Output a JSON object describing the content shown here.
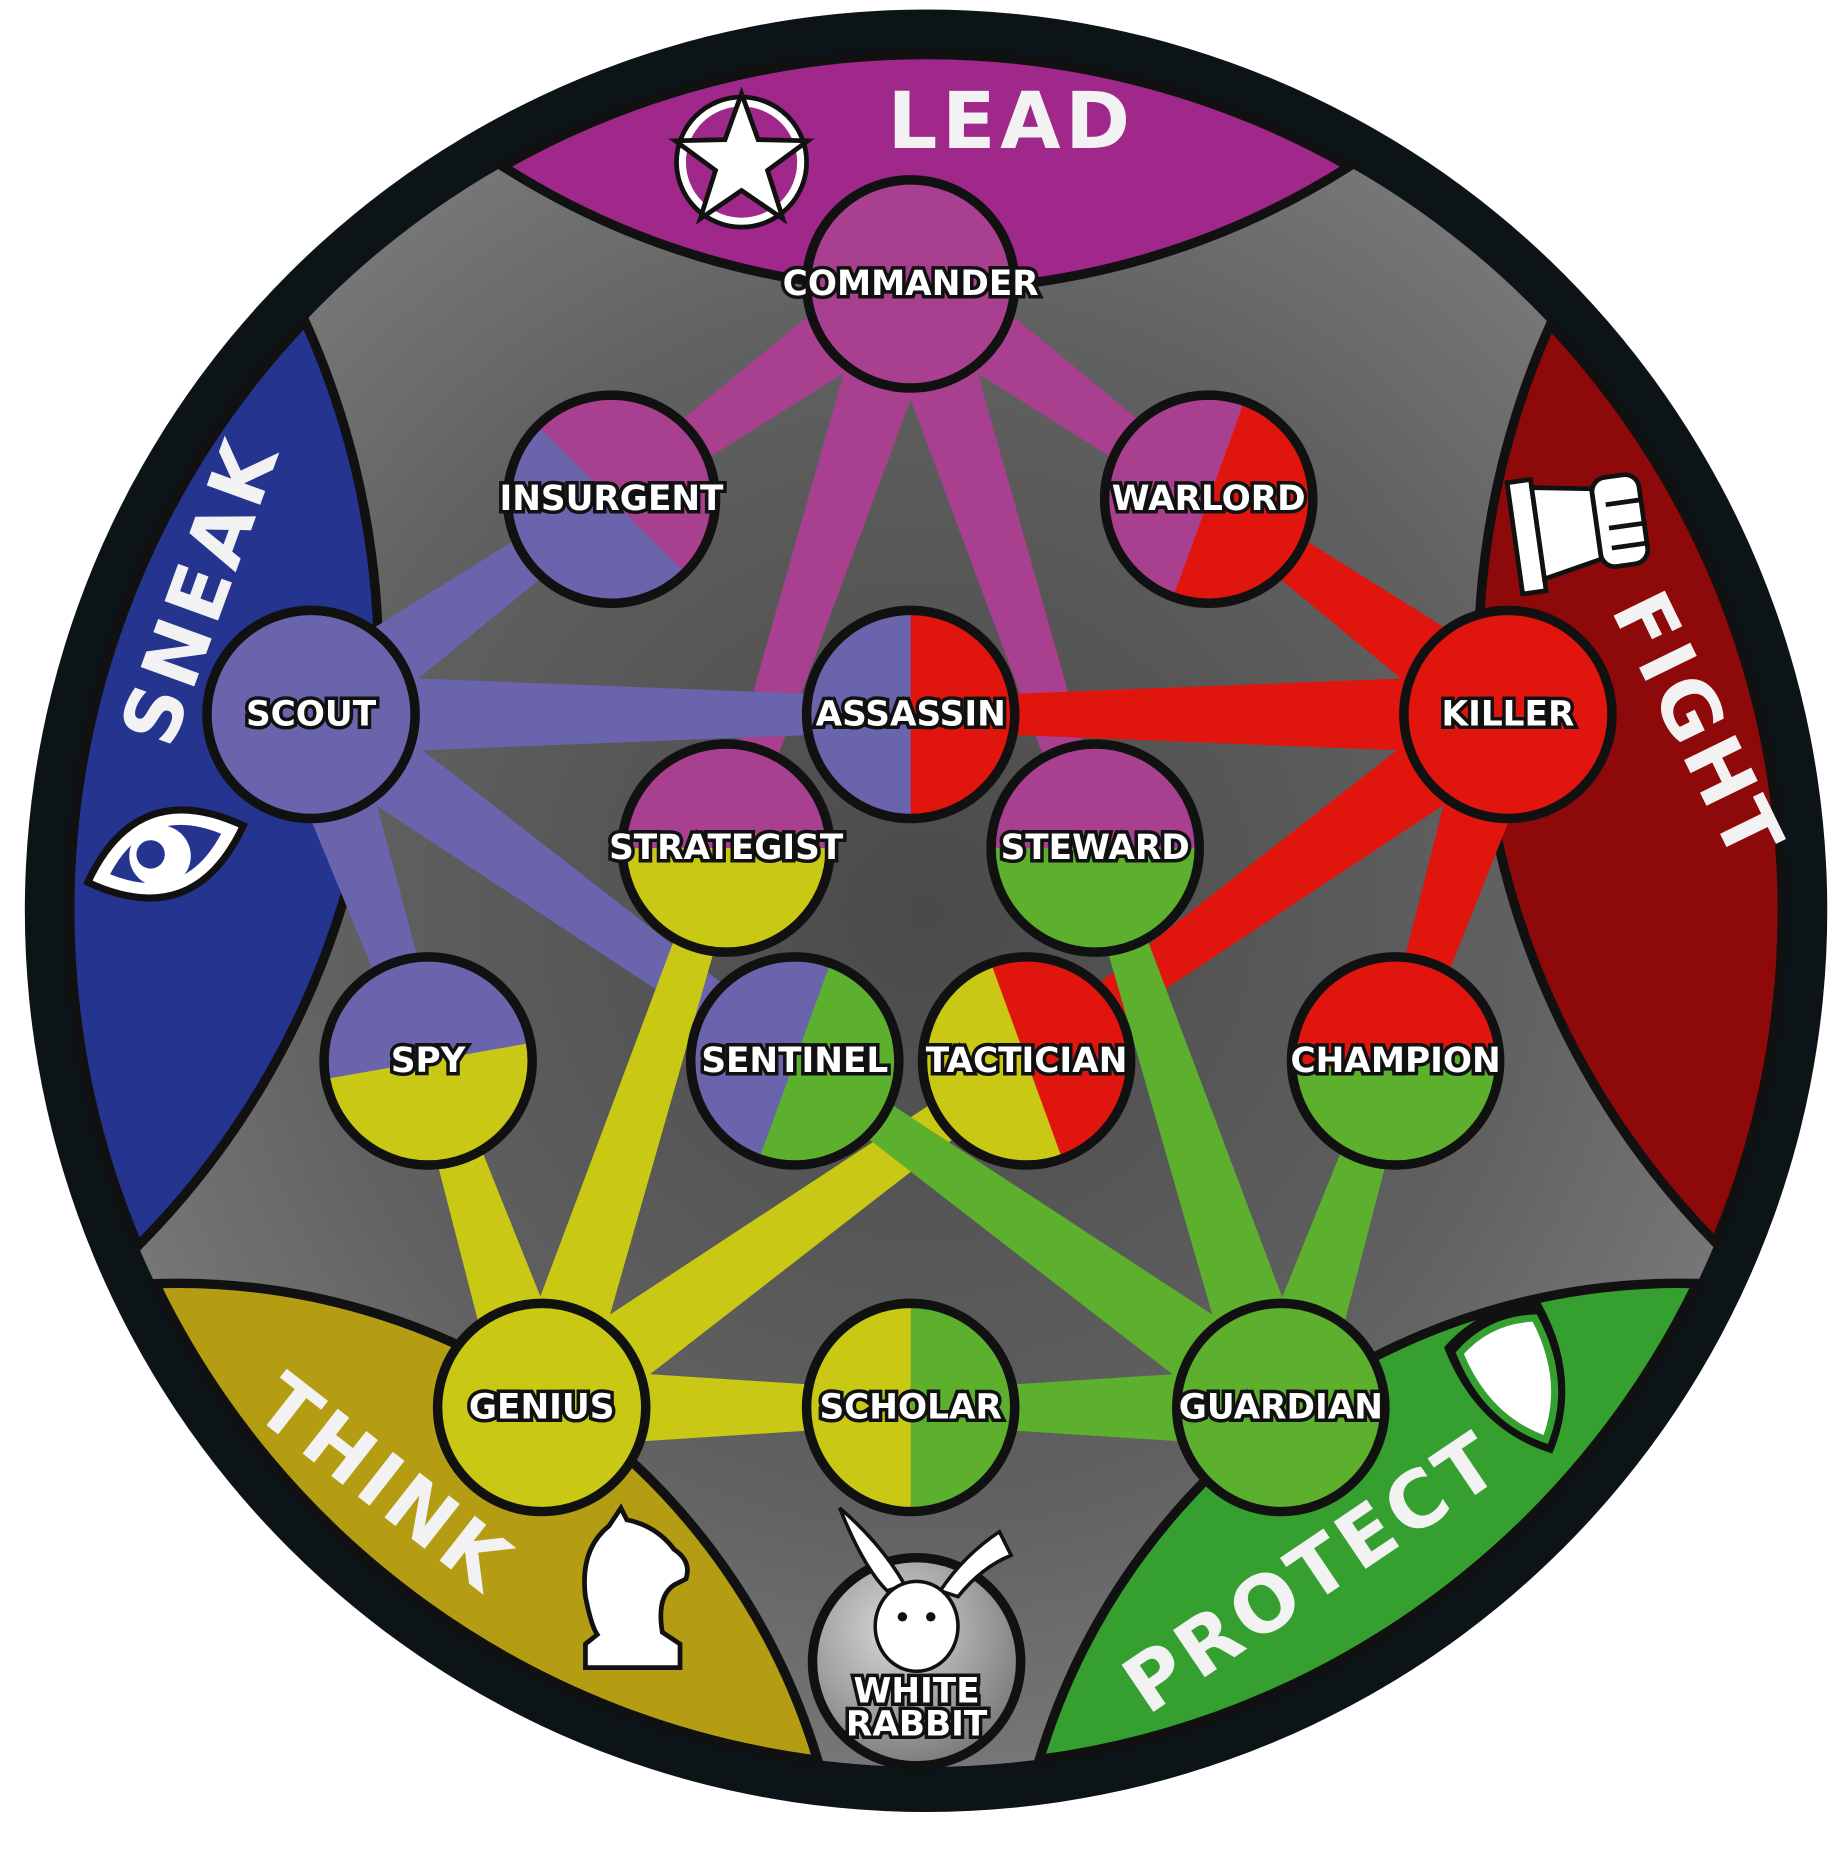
{
  "colors": {
    "lead": "#a0288a",
    "sneak": "#25348f",
    "fight": "#8e0a0a",
    "think": "#b49d12",
    "protect": "#35a030",
    "purple": "#a8408f",
    "blue": "#6a64ad",
    "red": "#e0160e",
    "yellow": "#c8c815",
    "green": "#5daf2e",
    "gray": "#6b6b6b",
    "ring": "#0c1418"
  },
  "categories": [
    {
      "id": "lead",
      "label": "LEAD",
      "icon": "star-icon"
    },
    {
      "id": "sneak",
      "label": "SNEAK",
      "icon": "eye-icon"
    },
    {
      "id": "fight",
      "label": "FIGHT",
      "icon": "fist-icon"
    },
    {
      "id": "think",
      "label": "THINK",
      "icon": "knight-icon"
    },
    {
      "id": "protect",
      "label": "PROTECT",
      "icon": "shield-icon"
    }
  ],
  "nodes": [
    {
      "id": "commander",
      "label": "COMMANDER",
      "colors": [
        "purple"
      ]
    },
    {
      "id": "insurgent",
      "label": "INSURGENT",
      "colors": [
        "purple",
        "blue"
      ]
    },
    {
      "id": "warlord",
      "label": "WARLORD",
      "colors": [
        "purple",
        "red"
      ]
    },
    {
      "id": "scout",
      "label": "SCOUT",
      "colors": [
        "blue"
      ]
    },
    {
      "id": "assassin",
      "label": "ASSASSIN",
      "colors": [
        "blue",
        "red"
      ]
    },
    {
      "id": "killer",
      "label": "KILLER",
      "colors": [
        "red"
      ]
    },
    {
      "id": "strategist",
      "label": "STRATEGIST",
      "colors": [
        "purple",
        "yellow"
      ]
    },
    {
      "id": "steward",
      "label": "STEWARD",
      "colors": [
        "purple",
        "green"
      ]
    },
    {
      "id": "spy",
      "label": "SPY",
      "colors": [
        "blue",
        "yellow"
      ]
    },
    {
      "id": "sentinel",
      "label": "SENTINEL",
      "colors": [
        "blue",
        "green"
      ]
    },
    {
      "id": "tactician",
      "label": "TACTICIAN",
      "colors": [
        "yellow",
        "red"
      ]
    },
    {
      "id": "champion",
      "label": "CHAMPION",
      "colors": [
        "red",
        "green"
      ]
    },
    {
      "id": "genius",
      "label": "GENIUS",
      "colors": [
        "yellow"
      ]
    },
    {
      "id": "scholar",
      "label": "SCHOLAR",
      "colors": [
        "yellow",
        "green"
      ]
    },
    {
      "id": "guardian",
      "label": "GUARDIAN",
      "colors": [
        "green"
      ]
    }
  ],
  "white_rabbit": {
    "line1": "WHITE",
    "line2": "RABBIT",
    "icon": "rabbit-icon"
  },
  "connections": [
    [
      "commander",
      "insurgent",
      "purple"
    ],
    [
      "commander",
      "warlord",
      "purple"
    ],
    [
      "commander",
      "strategist",
      "purple"
    ],
    [
      "commander",
      "steward",
      "purple"
    ],
    [
      "scout",
      "insurgent",
      "blue"
    ],
    [
      "scout",
      "assassin",
      "blue"
    ],
    [
      "scout",
      "spy",
      "blue"
    ],
    [
      "scout",
      "sentinel",
      "blue"
    ],
    [
      "killer",
      "warlord",
      "red"
    ],
    [
      "killer",
      "assassin",
      "red"
    ],
    [
      "killer",
      "champion",
      "red"
    ],
    [
      "killer",
      "tactician",
      "red"
    ],
    [
      "genius",
      "spy",
      "yellow"
    ],
    [
      "genius",
      "strategist",
      "yellow"
    ],
    [
      "genius",
      "scholar",
      "yellow"
    ],
    [
      "genius",
      "tactician",
      "yellow"
    ],
    [
      "guardian",
      "champion",
      "green"
    ],
    [
      "guardian",
      "steward",
      "green"
    ],
    [
      "guardian",
      "scholar",
      "green"
    ],
    [
      "guardian",
      "sentinel",
      "green"
    ]
  ]
}
